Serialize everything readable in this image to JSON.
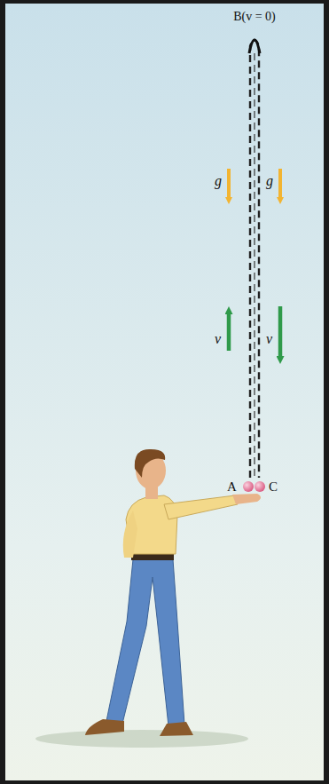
{
  "diagram": {
    "labels": [
      "B(v = 0)",
      "g",
      "g",
      "v",
      "v",
      "A",
      "C"
    ]
  }
}
